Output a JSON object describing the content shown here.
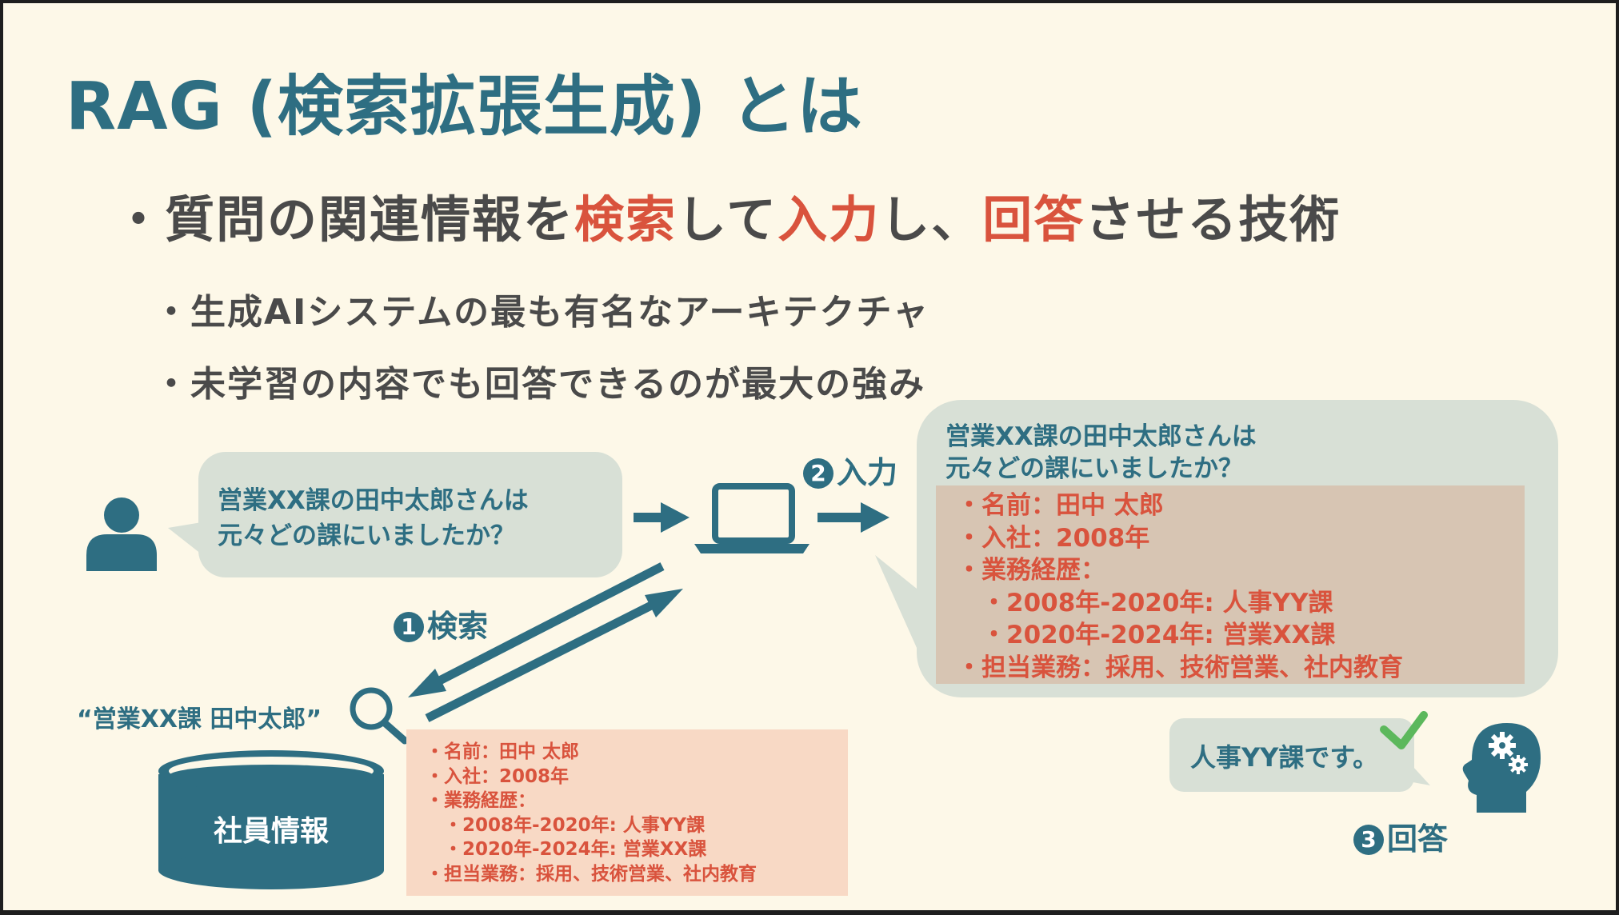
{
  "slide": {
    "title": "RAG (検索拡張生成) とは",
    "main_point": {
      "bullet": "・",
      "part1": "質問の関連情報を",
      "highlight1": "検索",
      "part2": "して",
      "highlight2": "入力",
      "part3": "し、",
      "highlight3": "回答",
      "part4": "させる技術"
    },
    "sub_points": [
      "・生成AIシステムの最も有名なアーキテクチャ",
      "・未学習の内容でも回答できるのが最大の強み"
    ]
  },
  "diagram": {
    "user_question": {
      "line1": "営業XX課の田中太郎さんは",
      "line2": "元々どの課にいましたか？"
    },
    "llm_input": {
      "question_line1": "営業XX課の田中太郎さんは",
      "question_line2": "元々どの課にいましたか？",
      "context_lines": [
        "・名前：田中 太郎",
        "・入社：2008年",
        "・業務経歴：",
        "　・2008年-2020年: 人事YY課",
        "　・2020年-2024年: 営業XX課",
        "・担当業務：採用、技術営業、社内教育"
      ]
    },
    "steps": {
      "search_num": "1",
      "search_label": "検索",
      "input_num": "2",
      "input_label": "入力",
      "answer_num": "3",
      "answer_label": "回答"
    },
    "search_query": "“営業XX課 田中太郎”",
    "database_label": "社員情報",
    "retrieved_lines": [
      "・名前：田中 太郎",
      "・入社：2008年",
      "・業務経歴：",
      "　・2008年-2020年: 人事YY課",
      "　・2020年-2024年: 営業XX課",
      "・担当業務：採用、技術営業、社内教育"
    ],
    "answer": "人事YY課です。",
    "icons": [
      "user-icon",
      "laptop-icon",
      "magnifier-icon",
      "database-icon",
      "ai-head-gears-icon",
      "checkmark-icon"
    ]
  },
  "colors": {
    "background": "#fdf8e8",
    "primary": "#2e6e82",
    "accent": "#d9533d",
    "bubble": "#d8e0d6",
    "info_box_light": "#f8d9c5",
    "info_box_dark": "#d7c5b3",
    "check": "#5cb85c"
  }
}
